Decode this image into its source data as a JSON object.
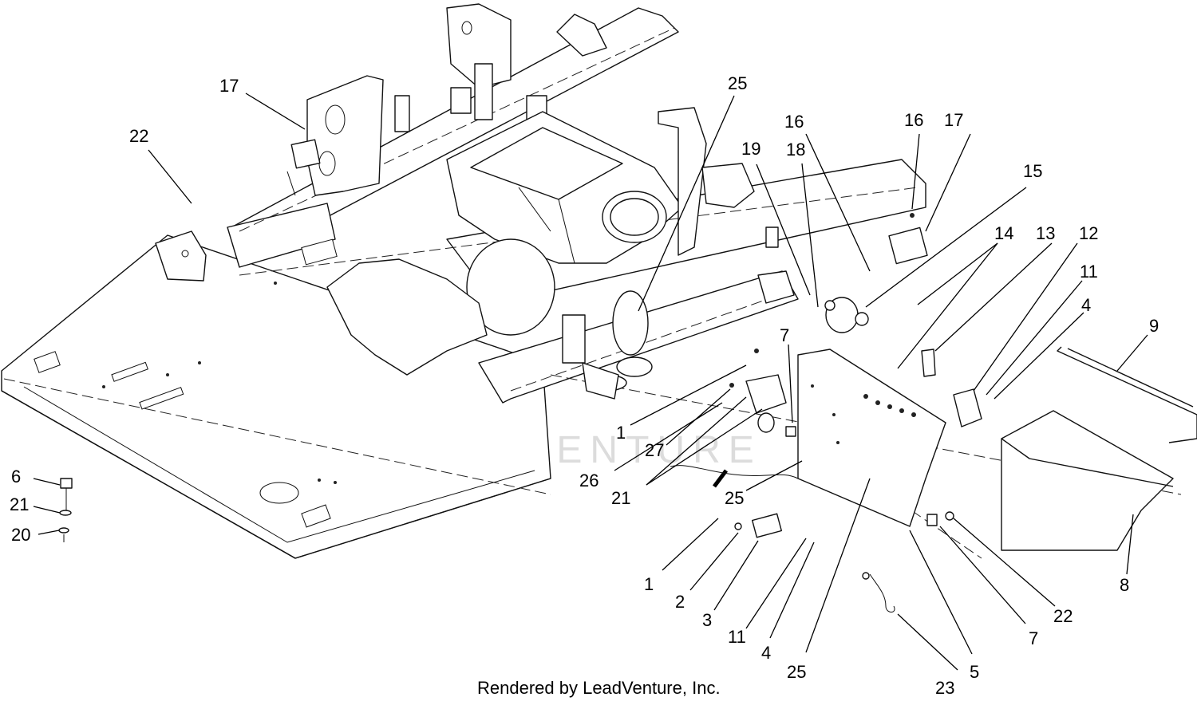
{
  "footer": {
    "credit": "Rendered by LeadVenture, Inc."
  },
  "watermark": {
    "text": "LEADVENTURE"
  },
  "callouts": [
    "17",
    "22",
    "25",
    "16",
    "19",
    "18",
    "16",
    "17",
    "15",
    "14",
    "13",
    "12",
    "11",
    "4",
    "9",
    "7",
    "1",
    "27",
    "26",
    "21",
    "25",
    "6",
    "21",
    "20",
    "1",
    "2",
    "3",
    "11",
    "4",
    "25",
    "23",
    "5",
    "7",
    "22",
    "8"
  ]
}
